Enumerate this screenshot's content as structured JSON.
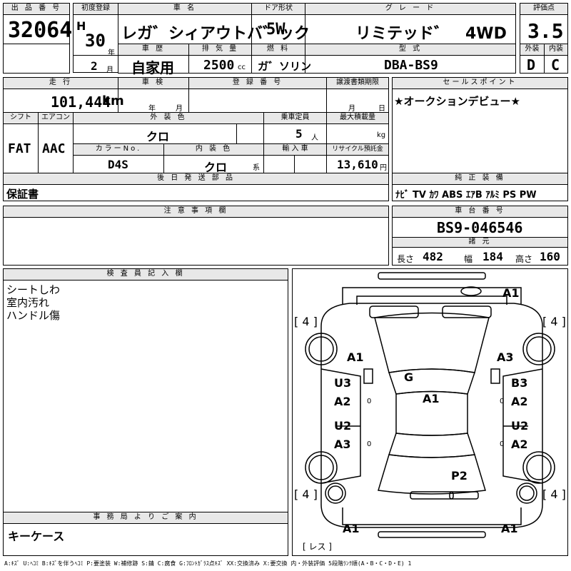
{
  "header": {
    "lot_label": "出 品 番 号",
    "lot_number": "32064",
    "first_reg_label": "初度登録",
    "era": "H",
    "year": "30",
    "year_unit": "年",
    "month": "2",
    "month_unit": "月",
    "car_name_label": "車 名",
    "car_name": "レガ゛シィアウトバ゛ック",
    "door_label": "ドア形状",
    "door": "5W",
    "grade_label": "グ レ ー ド",
    "grade": "リミテッド゛　4WD",
    "score_label": "評価点",
    "score": "3.5",
    "history_label": "車 歴",
    "history": "自家用",
    "displacement_label": "排 気 量",
    "displacement": "2500",
    "displacement_unit": "cc",
    "fuel_label": "燃 料",
    "fuel": "ガ゛ソリン",
    "model_label": "型 式",
    "model": "DBA-BS9",
    "exterior_label": "外装",
    "exterior_grade": "D",
    "interior_label": "内装",
    "interior_grade": "C"
  },
  "row2": {
    "mileage_label": "走 行",
    "mileage": "101,444",
    "mileage_unit": "km",
    "inspection_label": "車 検",
    "inspection_year_unit": "年",
    "inspection_month_unit": "月",
    "reg_no_label": "登 録 番 号",
    "transfer_label": "譲渡書類期限",
    "transfer_month_unit": "月",
    "transfer_day_unit": "日",
    "sales_point_label": "セールスポイント",
    "sales_point": "★オークションデビュー★",
    "shift_label": "シフト",
    "shift": "FAT",
    "ac_label": "エアコン",
    "ac": "AAC",
    "ext_color_label": "外 装 色",
    "ext_color": "クロ",
    "capacity_label": "乗車定員",
    "capacity": "5",
    "capacity_unit": "人",
    "max_load_label": "最大積載量",
    "max_load_unit": "kg",
    "color_no_label": "カラーNo.",
    "color_no": "D4S",
    "int_color_label": "内 装 色",
    "int_color": "クロ",
    "int_color_unit": "系",
    "import_label": "輸 入 車",
    "recycle_label": "リサイクル預託金",
    "recycle": "13,610",
    "recycle_unit": "円",
    "later_label": "後 日 発 送 部 品",
    "later": "保証書",
    "equipment_label": "純 正 装 備",
    "equipment": "ﾅﾋﾞ TV ｶﾜ ABS ｴｱB ｱﾙﾐ PS PW"
  },
  "notes": {
    "caution_label": "注 意 事 項 欄",
    "chassis_label": "車 台 番 号",
    "chassis": "BS9-046546",
    "specs_label": "諸 元",
    "length_label": "長さ",
    "length": "482",
    "width_label": "幅",
    "width": "184",
    "height_label": "高さ",
    "height": "160"
  },
  "inspector": {
    "label": "検 査 員 記 入 欄",
    "lines": [
      "シートしわ",
      "室内汚れ",
      "ハンドル傷"
    ],
    "office_label": "事 務 局 よ り ご 案 内",
    "office": "キーケース"
  },
  "diagram": {
    "tire_fl": "[ 4 ]",
    "tire_fr": "[ 4 ]",
    "tire_rl": "[ 4 ]",
    "tire_rr": "[ 4 ]",
    "front_right": "A1",
    "left_fender": "A1",
    "right_fender": "A3",
    "hood_glass": "G",
    "roof": "A1",
    "ld_front_1": "U3",
    "ld_front_2": "A2",
    "rd_front_1": "B3",
    "rd_front_2": "A2",
    "ld_rear_1": "U2",
    "ld_rear_2": "A3",
    "rd_rear_1": "U2",
    "rd_rear_2": "A2",
    "trunk": "P2",
    "rear_left": "A1",
    "rear_right": "A1",
    "zero_marks": [
      "0",
      "0",
      "0",
      "0"
    ],
    "resu": "[ レス ]"
  },
  "legend": "A:ｷｽﾞ U:ﾍｺﾐ B:ｷｽﾞを伴うﾍｺﾐ P:要塗装 W:補修跡 S:錆 C:腐食 G:ﾌﾛﾝﾄｶﾞﾗｽ点ｷｽﾞ XX:交換済み X:要交換 内・外装評価 5段階ﾗﾝｸ順(A・B・C・D・E) 1"
}
